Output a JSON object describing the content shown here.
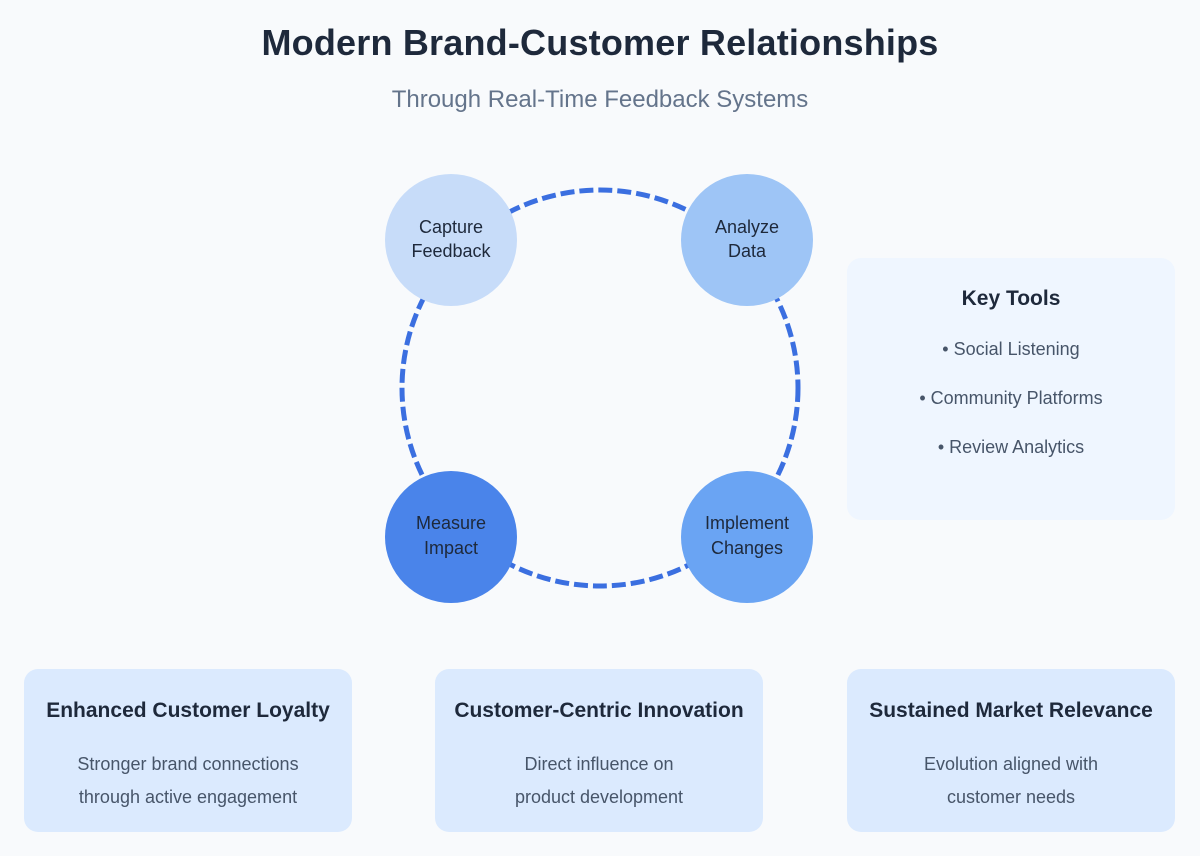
{
  "header": {
    "title": "Modern Brand-Customer Relationships",
    "subtitle": "Through Real-Time Feedback Systems"
  },
  "cycle": {
    "ring_color": "#3b6fe0",
    "nodes": [
      {
        "line1": "Capture",
        "line2": "Feedback",
        "color": "#c7dcf9"
      },
      {
        "line1": "Analyze",
        "line2": "Data",
        "color": "#9ec5f6"
      },
      {
        "line1": "Implement",
        "line2": "Changes",
        "color": "#6aa4f3"
      },
      {
        "line1": "Measure",
        "line2": "Impact",
        "color": "#4a84ea"
      }
    ]
  },
  "key_tools": {
    "title": "Key Tools",
    "items": [
      "• Social Listening",
      "• Community Platforms",
      "• Review Analytics"
    ]
  },
  "cards": [
    {
      "title": "Enhanced Customer Loyalty",
      "line1": "Stronger brand connections",
      "line2": "through active engagement"
    },
    {
      "title": "Customer-Centric Innovation",
      "line1": "Direct influence on",
      "line2": "product development"
    },
    {
      "title": "Sustained Market Relevance",
      "line1": "Evolution aligned with",
      "line2": "customer needs"
    }
  ]
}
